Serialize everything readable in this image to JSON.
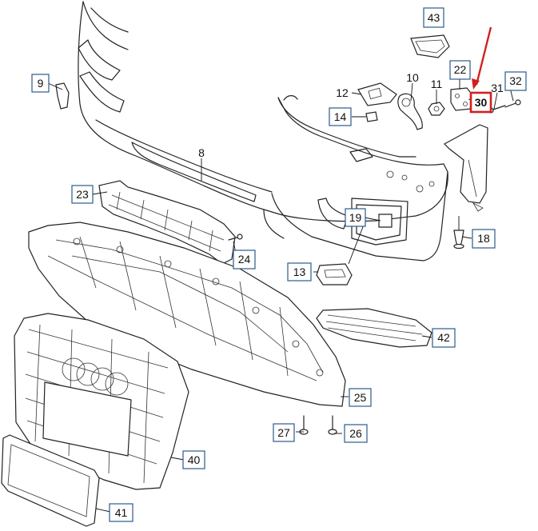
{
  "callouts": {
    "boxed": [
      {
        "id": "p43",
        "text": "43"
      },
      {
        "id": "p9",
        "text": "9"
      },
      {
        "id": "p22",
        "text": "22"
      },
      {
        "id": "p32",
        "text": "32"
      },
      {
        "id": "p30",
        "text": "30"
      },
      {
        "id": "p14",
        "text": "14"
      },
      {
        "id": "p23",
        "text": "23"
      },
      {
        "id": "p19",
        "text": "19"
      },
      {
        "id": "p18",
        "text": "18"
      },
      {
        "id": "p24",
        "text": "24"
      },
      {
        "id": "p13",
        "text": "13"
      },
      {
        "id": "p42",
        "text": "42"
      },
      {
        "id": "p25",
        "text": "25"
      },
      {
        "id": "p27",
        "text": "27"
      },
      {
        "id": "p26",
        "text": "26"
      },
      {
        "id": "p40",
        "text": "40"
      },
      {
        "id": "p41",
        "text": "41"
      }
    ],
    "plain": [
      {
        "id": "p10",
        "text": "10"
      },
      {
        "id": "p11",
        "text": "11"
      },
      {
        "id": "p12",
        "text": "12"
      },
      {
        "id": "p31",
        "text": "31"
      },
      {
        "id": "p8",
        "text": "8"
      }
    ],
    "highlighted": "30"
  },
  "colors": {
    "callout_border": "#2c5b8a",
    "highlight": "#d11f1f",
    "line_art": "#222222"
  }
}
